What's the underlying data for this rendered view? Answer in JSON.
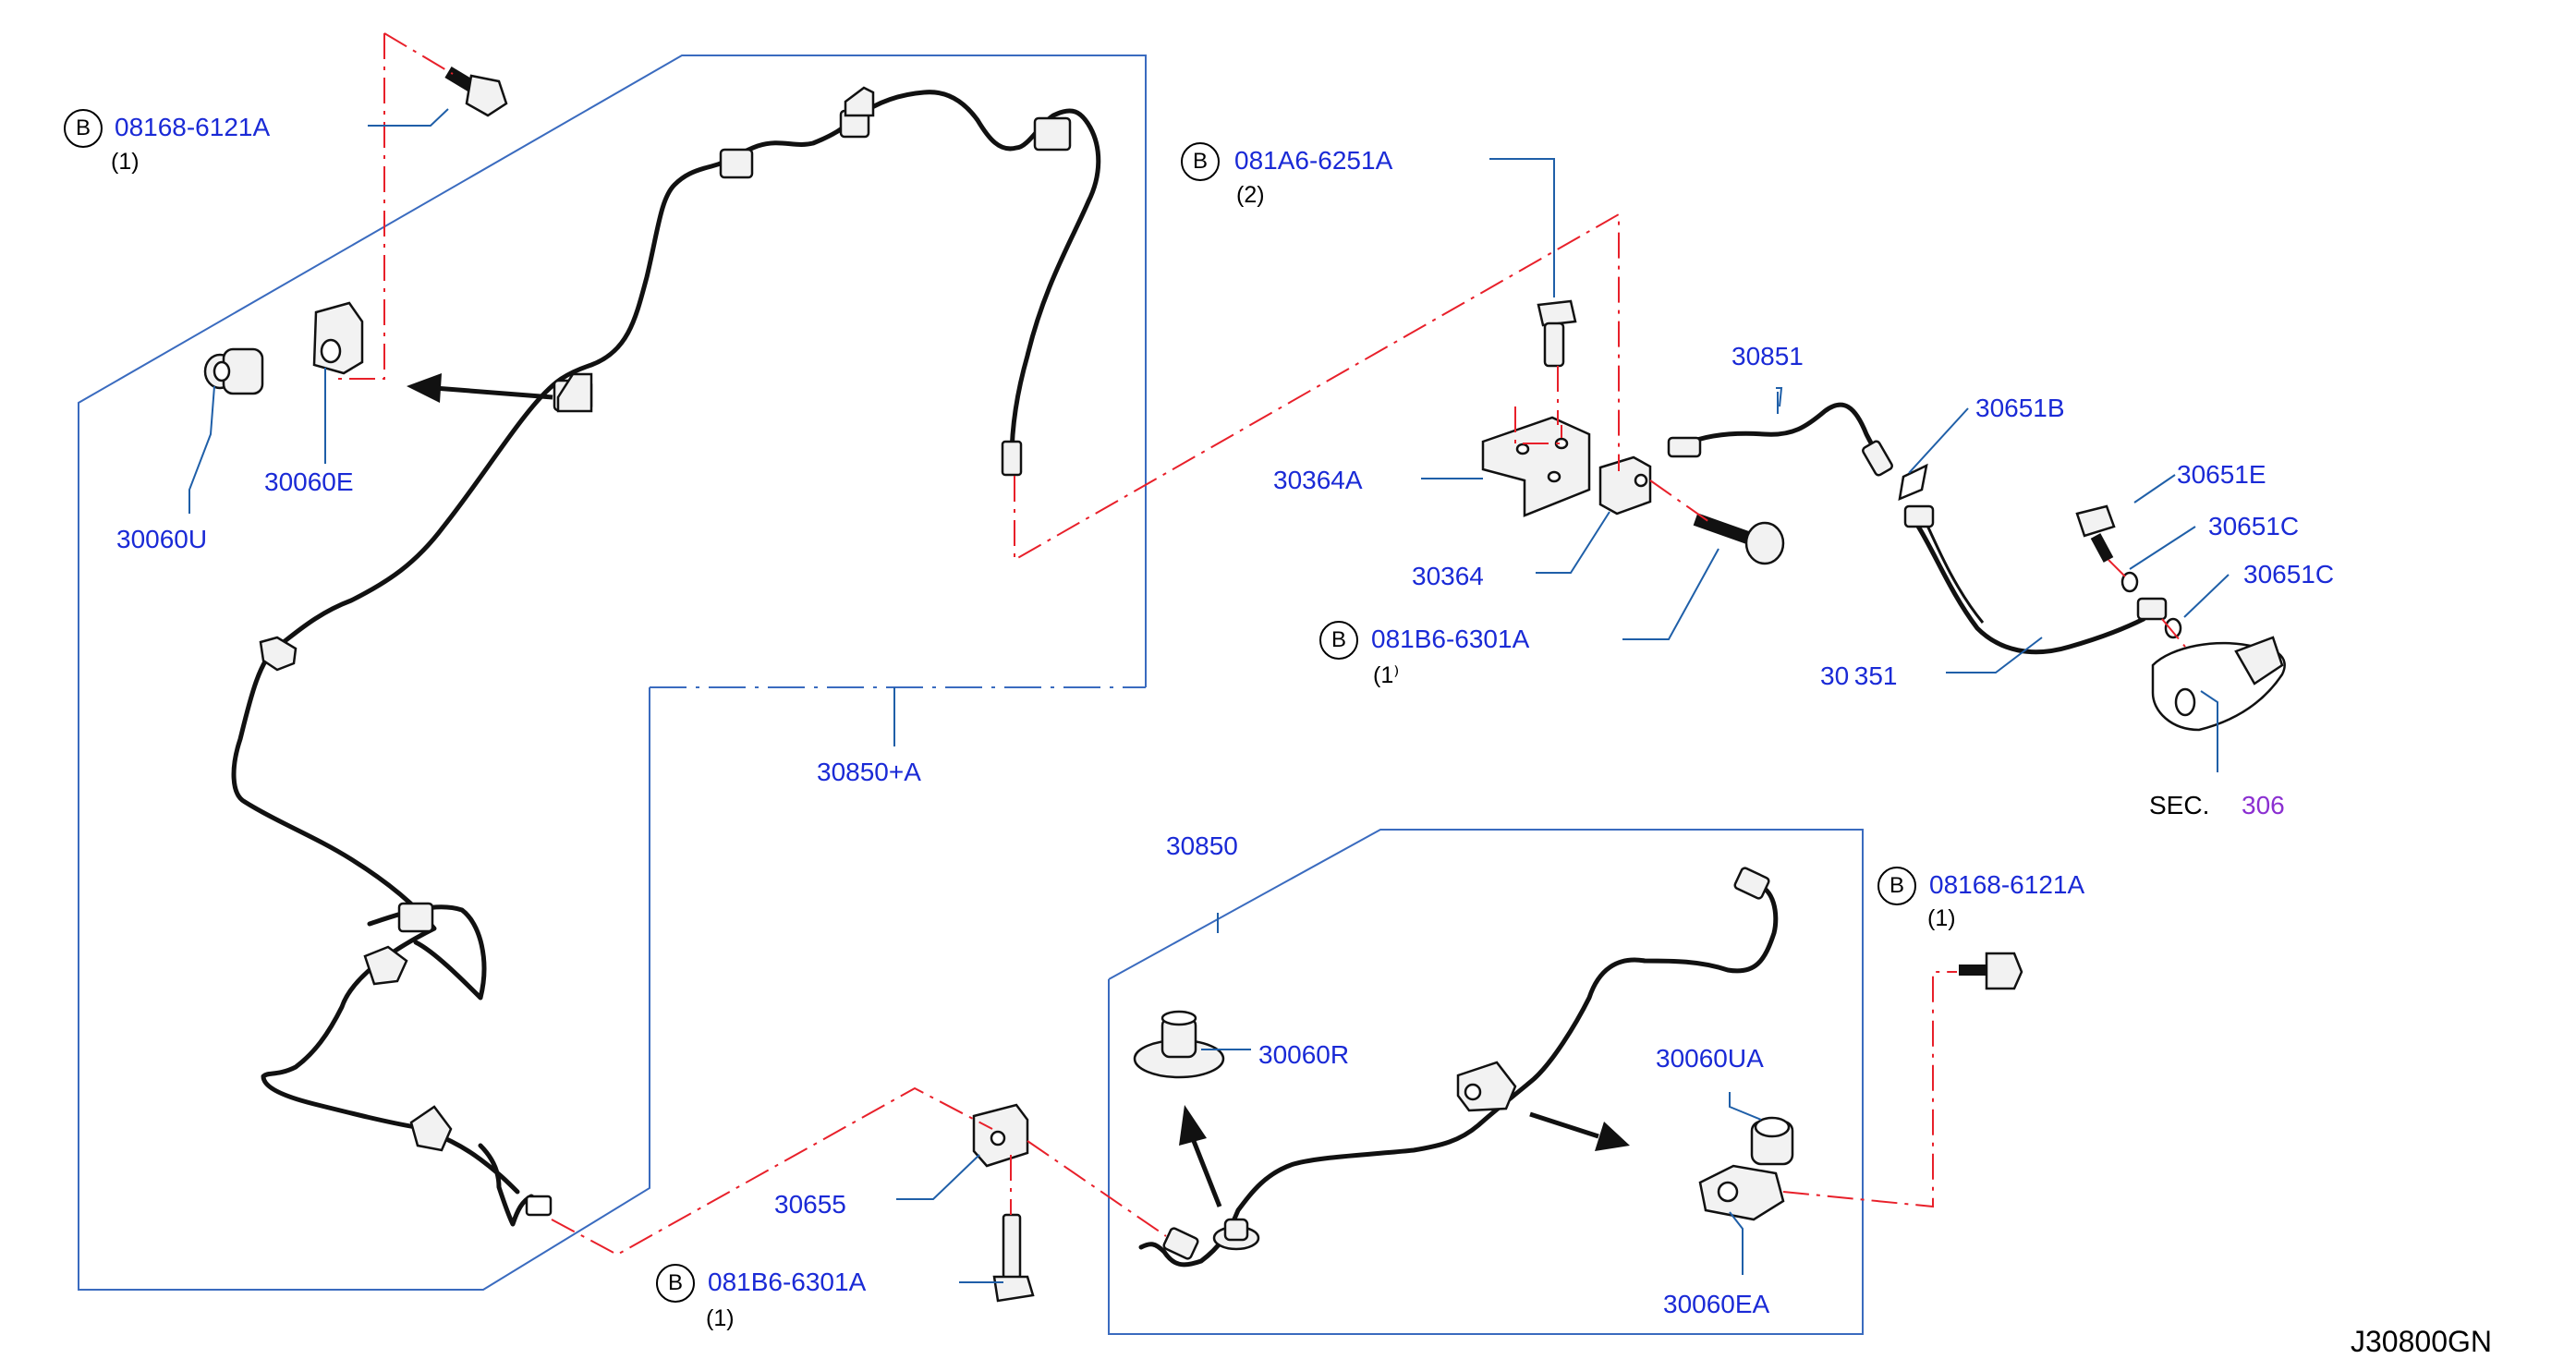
{
  "diagram_code": "J30800GN",
  "section_ref": {
    "prefix": "SEC.",
    "number": "306"
  },
  "bolt_marker": "B",
  "callouts": {
    "bolt_08168_top": {
      "part": "08168-6121A",
      "qty": "(1)"
    },
    "bolt_081A6": {
      "part": "081A6-6251A",
      "qty": "(2)"
    },
    "bolt_081B6_mid": {
      "part": "081B6-6301A",
      "qty": "(1⁾"
    },
    "bolt_08168_right": {
      "part": "08168-6121A",
      "qty": "(1)"
    },
    "bolt_081B6_bottom": {
      "part": "081B6-6301A",
      "qty": "(1)"
    }
  },
  "parts": {
    "p30060E": "30060E",
    "p30060U": "30060U",
    "p30850A": "30850+A",
    "p30364A": "30364A",
    "p30364": "30364",
    "p30851": "30851",
    "p30651B": "30651B",
    "p30651E": "30651E",
    "p30651C_1": "30651C",
    "p30651C_2": "30651C",
    "p30651": "30 351",
    "p30850": "30850",
    "p30060R": "30060R",
    "p30060UA": "30060UA",
    "p30060EA": "30060EA",
    "p30655": "30655"
  },
  "colors": {
    "callout_text": "#1a2ad6",
    "leader": "#1f5fa8",
    "phantom_line": "#e8202a",
    "section_number": "#8b2fd1"
  }
}
